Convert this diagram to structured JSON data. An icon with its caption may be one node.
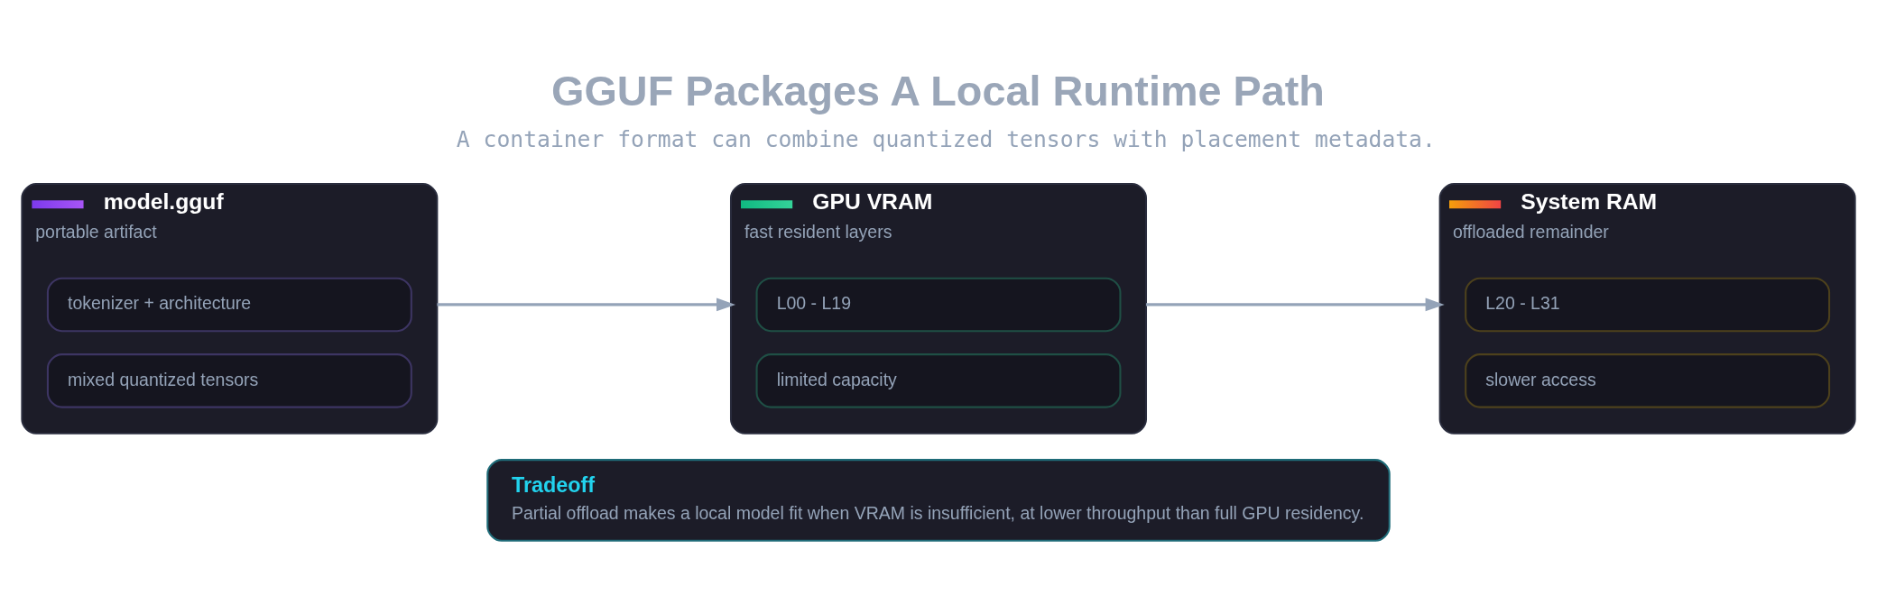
{
  "diagram": {
    "title": "GGUF Packages A Local Runtime Path",
    "caption": "A container format can combine quantized tensors with placement metadata.",
    "nodes": [
      {
        "text": [
          "model.gguf",
          "portable artifact"
        ]
      },
      {
        "text": [
          "tokenizer + architecture"
        ],
        "in": 0
      },
      {
        "text": [
          "mixed quantized tensors"
        ],
        "in": 0
      },
      {
        "text": [
          "GPU VRAM",
          "fast resident layers"
        ]
      },
      {
        "text": [
          "L00 - L19"
        ],
        "in": 3
      },
      {
        "text": [
          "limited capacity"
        ],
        "in": 3
      },
      {
        "text": [
          "System RAM",
          "offloaded remainder"
        ]
      },
      {
        "text": [
          "L20 - L31"
        ],
        "in": 6
      },
      {
        "text": [
          "slower access"
        ],
        "in": 6
      },
      {
        "text": [
          "Tradeoff",
          "Partial offload makes a local model fit when VRAM is insufficient, at lower throughput than full GPU residency."
        ]
      }
    ],
    "edges": [
      {
        "from": 0,
        "to": 3,
        "arrow": "to"
      },
      {
        "from": 3,
        "to": 6,
        "arrow": "to"
      }
    ]
  }
}
